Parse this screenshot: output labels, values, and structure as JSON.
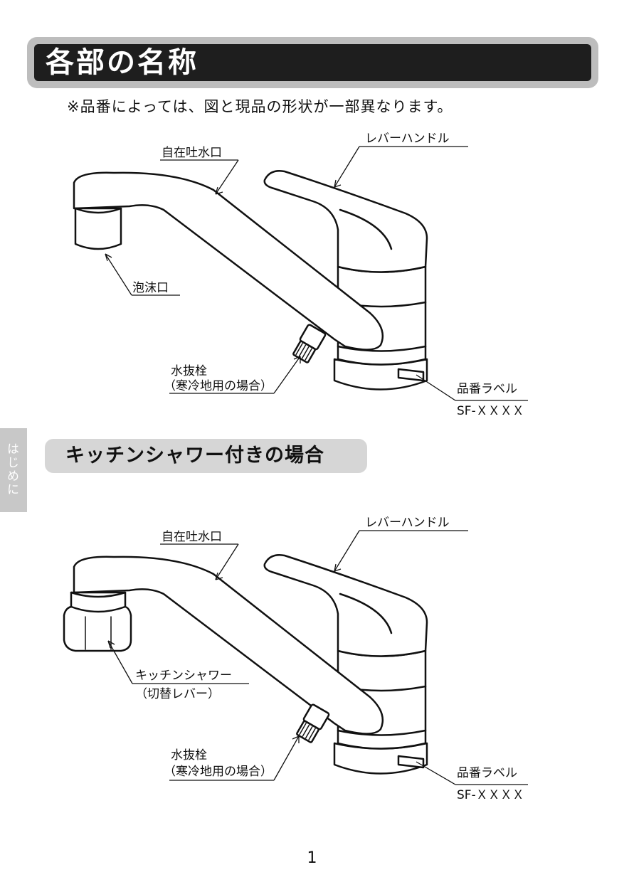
{
  "header": {
    "title": "各部の名称"
  },
  "note": "※品番によっては、図と現品の形状が一部異なります。",
  "side_tab": {
    "label": "はじめに"
  },
  "diagram1": {
    "labels": {
      "spout": "自在吐水口",
      "lever": "レバーハンドル",
      "aerator": "泡沫口",
      "drain_line1": "水抜栓",
      "drain_line2": "（寒冷地用の場合）",
      "model_label": "品番ラベル",
      "model_code": "SF-ＸＸＸＸ"
    }
  },
  "section2": {
    "title": "キッチンシャワー付きの場合"
  },
  "diagram2": {
    "labels": {
      "spout": "自在吐水口",
      "lever": "レバーハンドル",
      "shower_line1": "キッチンシャワー",
      "shower_line2": "（切替レバー）",
      "drain_line1": "水抜栓",
      "drain_line2": "（寒冷地用の場合）",
      "model_label": "品番ラベル",
      "model_code": "SF-ＸＸＸＸ"
    }
  },
  "footer": {
    "page_number": "1"
  }
}
